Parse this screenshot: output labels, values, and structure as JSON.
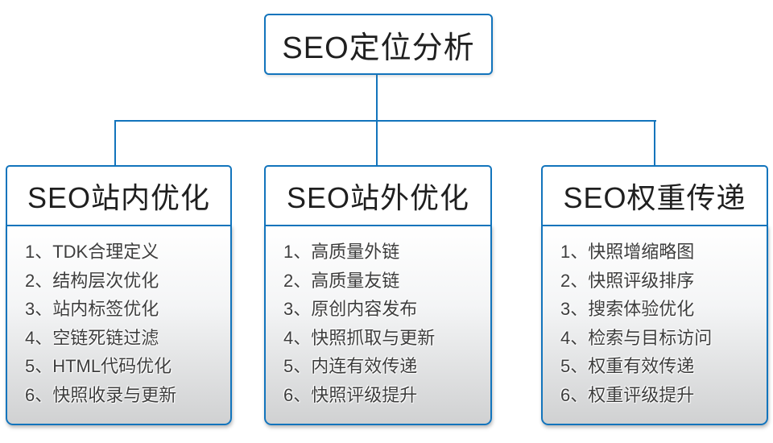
{
  "diagram": {
    "root": {
      "label": "SEO定位分析"
    },
    "columns": [
      {
        "title": "SEO站内优化",
        "items": [
          "1、TDK合理定义",
          "2、结构层次优化",
          "3、站内标签优化",
          "4、空链死链过滤",
          "5、HTML代码优化",
          "6、快照收录与更新"
        ]
      },
      {
        "title": "SEO站外优化",
        "items": [
          "1、高质量外链",
          "2、高质量友链",
          "3、原创内容发布",
          "4、快照抓取与更新",
          "5、内连有效传递",
          "6、快照评级提升"
        ]
      },
      {
        "title": "SEO权重传递",
        "items": [
          "1、快照增缩略图",
          "2、快照评级排序",
          "3、搜索体验优化",
          "4、检索与目标访问",
          "5、权重有效传递",
          "6、权重评级提升"
        ]
      }
    ],
    "colors": {
      "accent_blue": "#1274BC",
      "heading_text": "#1f1f1f",
      "item_text": "#3d3d3d",
      "panel_gradient_top": "#ffffff",
      "panel_gradient_bottom": "#d0d1d2"
    }
  }
}
